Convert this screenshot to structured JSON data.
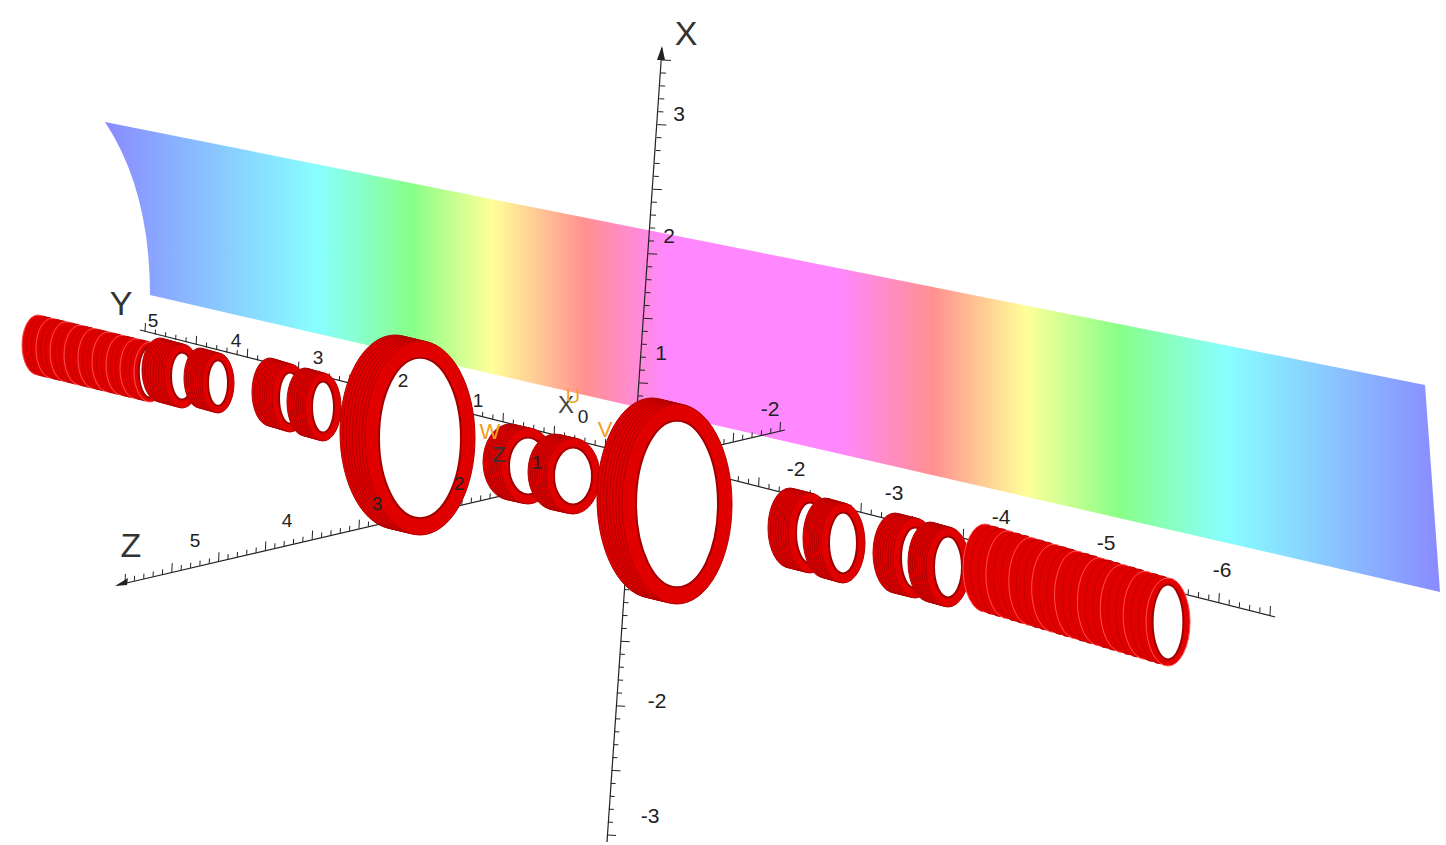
{
  "diagram": {
    "labels": [
      "X",
      "3",
      "2",
      "1",
      "-2",
      "-3",
      "Y",
      "5",
      "4",
      "3",
      "2",
      "1",
      "-2",
      "-3",
      "-4",
      "-5",
      "-6",
      "Z",
      "5",
      "4",
      "3",
      "2",
      "1",
      "-2",
      "0",
      "X",
      "U",
      "V",
      "W",
      "Z"
    ]
  }
}
